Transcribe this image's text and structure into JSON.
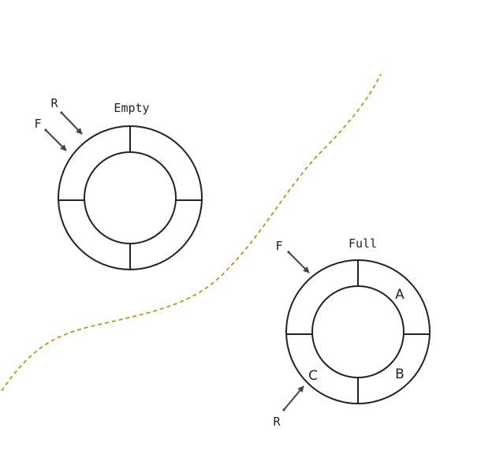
{
  "colors": {
    "divider_curve": "#b8860b",
    "ink": "#222222",
    "arrow": "#444444",
    "background": "#ffffff"
  },
  "empty_queue": {
    "title": "Empty",
    "front_label": "F",
    "rear_label": "R"
  },
  "full_queue": {
    "title": "Full",
    "front_label": "F",
    "rear_label": "R",
    "slot_labels": [
      "A",
      "B",
      "C"
    ]
  }
}
